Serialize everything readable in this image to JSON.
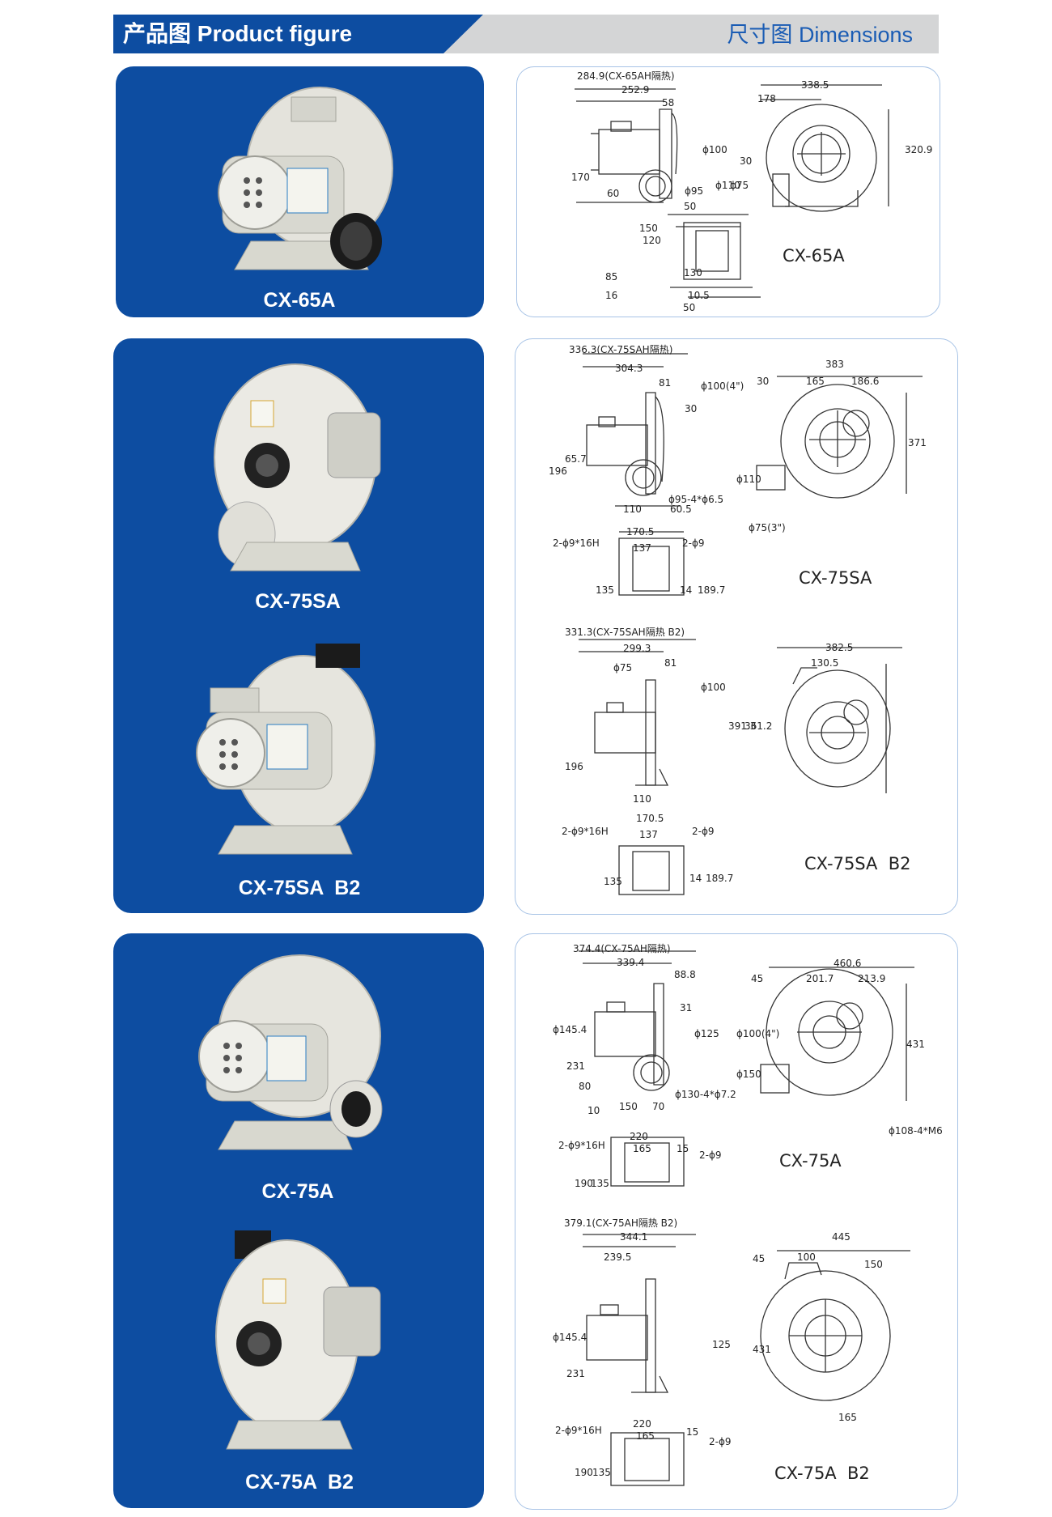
{
  "header": {
    "left_title": "产品图 Product figure",
    "right_title": "尺寸图 Dimensions"
  },
  "colors": {
    "brand_blue": "#0d4da1",
    "header_gray": "#d4d5d6",
    "dimbox_border": "#a7c3e6"
  },
  "products": [
    {
      "label": "CX-65A",
      "icon": "blower-icon"
    },
    {
      "label": "CX-75SA",
      "icon": "blower-icon"
    },
    {
      "label": "CX-75SA  B2",
      "icon": "blower-icon"
    },
    {
      "label": "CX-75A",
      "icon": "blower-icon"
    },
    {
      "label": "CX-75A  B2",
      "icon": "blower-icon"
    }
  ],
  "drawings": [
    {
      "model": "CX-65A",
      "dims": [
        "284.9(CX-65AH隔热)",
        "252.9",
        "58",
        "338.5",
        "178",
        "ϕ100",
        "30",
        "320.9",
        "170",
        "60",
        "ϕ95",
        "50",
        "ϕ110",
        "ϕ75",
        "150",
        "120",
        "85",
        "130",
        "16",
        "10.5",
        "50"
      ]
    },
    {
      "model": "CX-75SA",
      "dims": [
        "336.3(CX-75SAH隔热)",
        "304.3",
        "81",
        "30",
        "ϕ100(4\")",
        "383",
        "30",
        "165",
        "186.6",
        "371",
        "196",
        "65.7",
        "ϕ95-4*ϕ6.5",
        "110",
        "60.5",
        "ϕ110",
        "ϕ75(3\")",
        "170.5",
        "2-ϕ9*16H",
        "137",
        "2-ϕ9",
        "135",
        "14",
        "189.7"
      ]
    },
    {
      "model": "CX-75SA  B2",
      "dims": [
        "331.3(CX-75SAH隔热 B2)",
        "299.3",
        "ϕ75",
        "81",
        "ϕ100",
        "382.5",
        "130.5",
        "391.3",
        "361.2",
        "196",
        "110",
        "170.5",
        "2-ϕ9*16H",
        "137",
        "2-ϕ9",
        "135",
        "14",
        "189.7"
      ]
    },
    {
      "model": "CX-75A",
      "dims": [
        "374.4(CX-75AH隔热)",
        "339.4",
        "88.8",
        "31",
        "460.6",
        "45",
        "201.7",
        "213.9",
        "ϕ145.4",
        "ϕ125",
        "ϕ100(4\")",
        "431",
        "231",
        "80",
        "10",
        "150",
        "70",
        "ϕ130-4*ϕ7.2",
        "ϕ150",
        "ϕ108-4*M6",
        "220",
        "165",
        "2-ϕ9*16H",
        "15",
        "2-ϕ9",
        "190",
        "135"
      ]
    },
    {
      "model": "CX-75A  B2",
      "dims": [
        "379.1(CX-75AH隔热 B2)",
        "344.1",
        "239.5",
        "445",
        "100",
        "150",
        "45",
        "ϕ145.4",
        "125",
        "431",
        "231",
        "165",
        "220",
        "165",
        "2-ϕ9*16H",
        "15",
        "2-ϕ9",
        "190",
        "135"
      ]
    }
  ]
}
